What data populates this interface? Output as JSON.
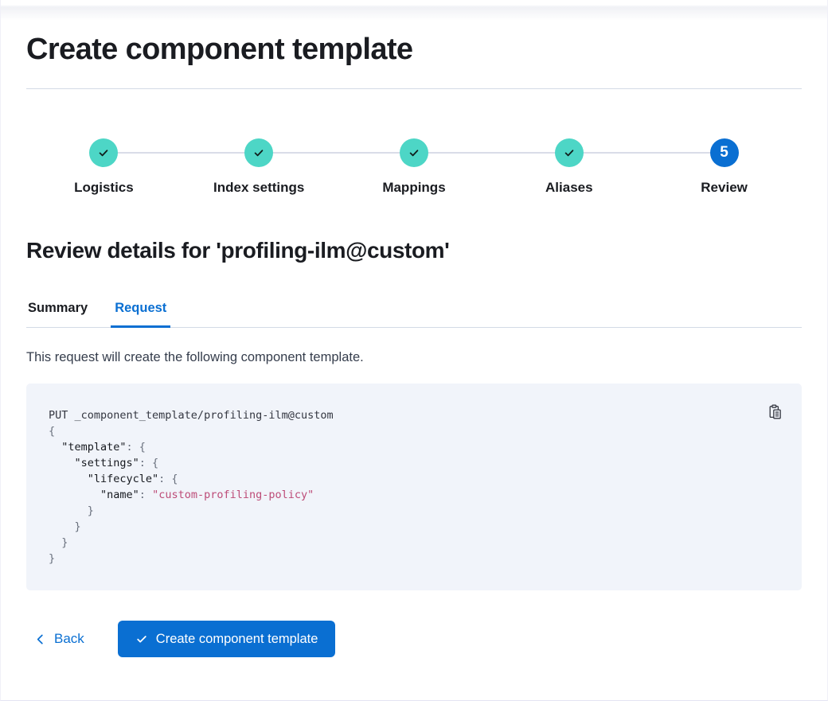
{
  "page": {
    "title": "Create component template"
  },
  "wizard": {
    "steps": [
      {
        "label": "Logistics",
        "status": "complete"
      },
      {
        "label": "Index settings",
        "status": "complete"
      },
      {
        "label": "Mappings",
        "status": "complete"
      },
      {
        "label": "Aliases",
        "status": "complete"
      },
      {
        "label": "Review",
        "status": "current",
        "number": "5"
      }
    ]
  },
  "review": {
    "heading": "Review details for 'profiling-ilm@custom'",
    "tabs": [
      {
        "label": "Summary"
      },
      {
        "label": "Request"
      }
    ],
    "active_tab": "Request",
    "description": "This request will create the following component template."
  },
  "request_preview": {
    "copy_icon": "copy-clipboard-icon",
    "lines": [
      [
        {
          "t": "plain",
          "s": "PUT _component_template/profiling-ilm@custom"
        }
      ],
      [
        {
          "t": "punct",
          "s": "{"
        }
      ],
      [
        {
          "t": "key",
          "s": "  \"template\""
        },
        {
          "t": "punct",
          "s": ": {"
        }
      ],
      [
        {
          "t": "key",
          "s": "    \"settings\""
        },
        {
          "t": "punct",
          "s": ": {"
        }
      ],
      [
        {
          "t": "key",
          "s": "      \"lifecycle\""
        },
        {
          "t": "punct",
          "s": ": {"
        }
      ],
      [
        {
          "t": "key",
          "s": "        \"name\""
        },
        {
          "t": "punct",
          "s": ": "
        },
        {
          "t": "string",
          "s": "\"custom-profiling-policy\""
        }
      ],
      [
        {
          "t": "punct",
          "s": "      }"
        }
      ],
      [
        {
          "t": "punct",
          "s": "    }"
        }
      ],
      [
        {
          "t": "punct",
          "s": "  }"
        }
      ],
      [
        {
          "t": "punct",
          "s": "}"
        }
      ]
    ]
  },
  "footer": {
    "back_label": "Back",
    "create_button_label": "Create component template"
  },
  "colors": {
    "primary_blue": "#0a6fd2",
    "step_complete_teal": "#4dd6c6",
    "code_background": "#f1f4fa",
    "code_string_pink": "#bd4c78",
    "heading_text": "#1a1c21",
    "body_text": "#353d4c",
    "divider": "#d3dae6"
  }
}
